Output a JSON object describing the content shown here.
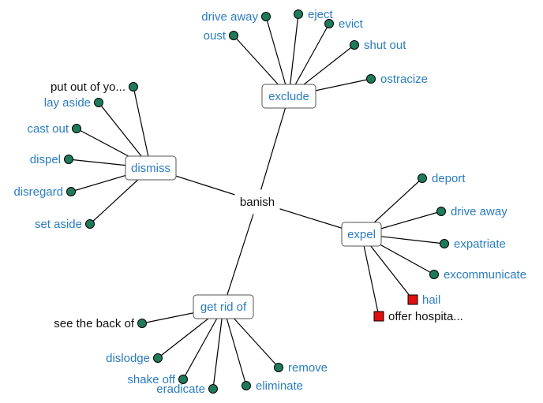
{
  "center": {
    "label": "banish"
  },
  "hubs": [
    {
      "id": "exclude",
      "label": "exclude",
      "leaves": [
        {
          "label": "drive away",
          "kind": "dot"
        },
        {
          "label": "eject",
          "kind": "dot"
        },
        {
          "label": "evict",
          "kind": "dot"
        },
        {
          "label": "oust",
          "kind": "dot"
        },
        {
          "label": "shut out",
          "kind": "dot"
        },
        {
          "label": "ostracize",
          "kind": "dot"
        }
      ]
    },
    {
      "id": "dismiss",
      "label": "dismiss",
      "leaves": [
        {
          "label": "put out of yo...",
          "kind": "dot",
          "plain": true
        },
        {
          "label": "lay aside",
          "kind": "dot"
        },
        {
          "label": "cast out",
          "kind": "dot"
        },
        {
          "label": "dispel",
          "kind": "dot"
        },
        {
          "label": "disregard",
          "kind": "dot"
        },
        {
          "label": "set aside",
          "kind": "dot"
        }
      ]
    },
    {
      "id": "expel",
      "label": "expel",
      "leaves": [
        {
          "label": "deport",
          "kind": "dot"
        },
        {
          "label": "drive away",
          "kind": "dot"
        },
        {
          "label": "expatriate",
          "kind": "dot"
        },
        {
          "label": "excommunicate",
          "kind": "dot"
        },
        {
          "label": "hail",
          "kind": "square"
        },
        {
          "label": "offer hospita...",
          "kind": "square",
          "plain": true
        }
      ]
    },
    {
      "id": "get-rid-of",
      "label": "get rid of",
      "leaves": [
        {
          "label": "see the back of",
          "kind": "dot",
          "plain": true
        },
        {
          "label": "dislodge",
          "kind": "dot"
        },
        {
          "label": "shake off",
          "kind": "dot"
        },
        {
          "label": "eradicate",
          "kind": "dot"
        },
        {
          "label": "eliminate",
          "kind": "dot"
        },
        {
          "label": "remove",
          "kind": "dot"
        }
      ]
    }
  ],
  "colors": {
    "link": "#2a7cc0",
    "plain": "#111111",
    "dot": "#1f7a5a",
    "square": "#e01010",
    "edge": "#000000",
    "box_border": "#555555"
  }
}
